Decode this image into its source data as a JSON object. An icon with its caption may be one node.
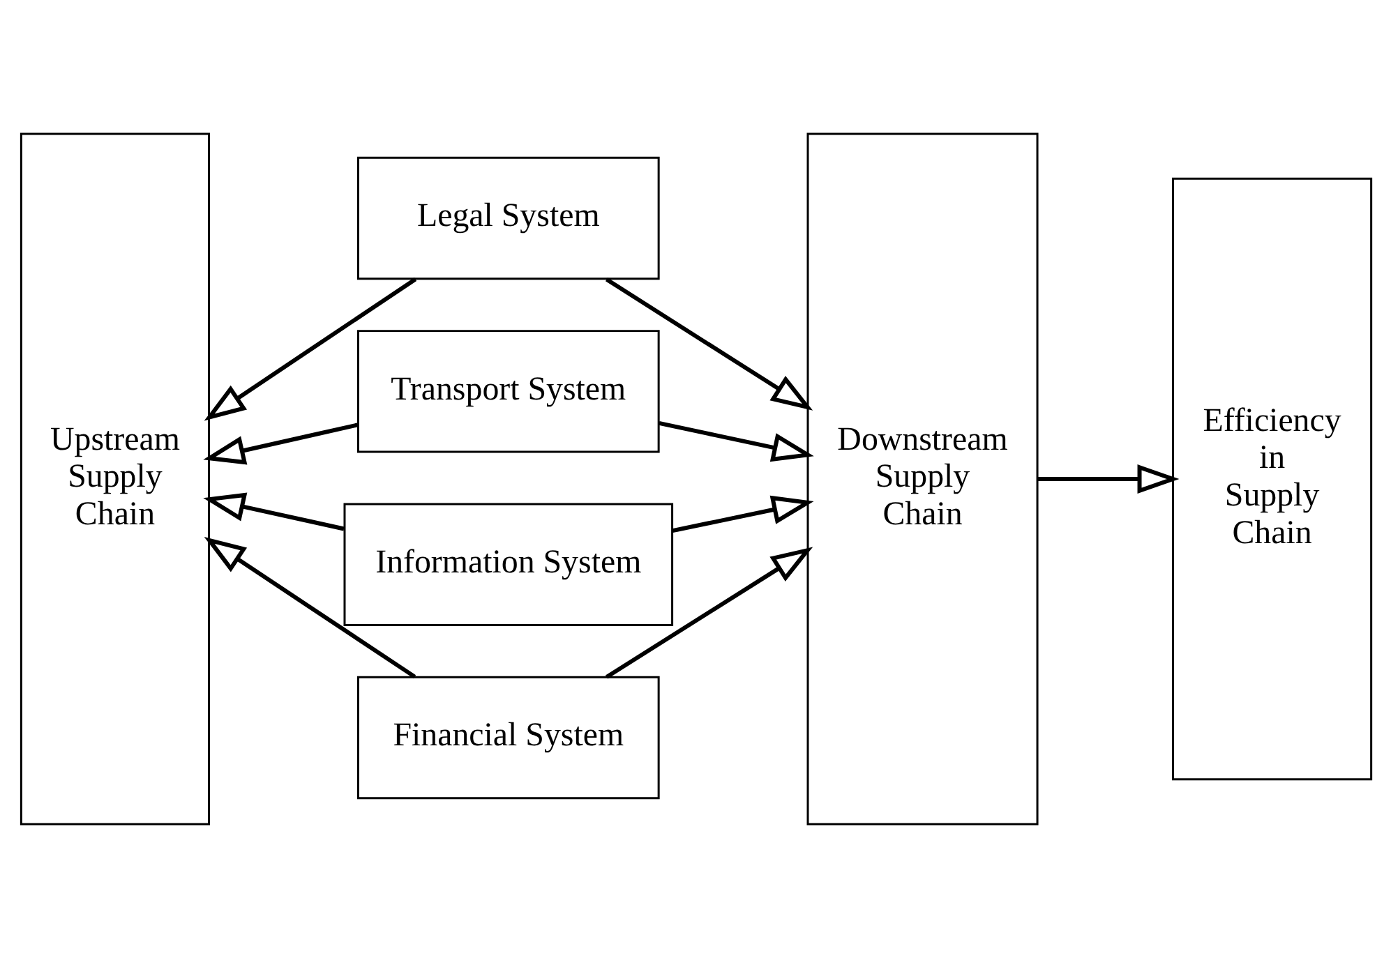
{
  "diagram": {
    "nodes": [
      {
        "text": [
          "Upstream Supply Chain"
        ]
      },
      {
        "text": [
          "Legal System"
        ]
      },
      {
        "text": [
          "Transport System"
        ]
      },
      {
        "text": [
          "Information System"
        ]
      },
      {
        "text": [
          "Financial System"
        ]
      },
      {
        "text": [
          "Downstream Supply Chain"
        ]
      },
      {
        "text": [
          "Efficiency in Supply Chain"
        ]
      }
    ],
    "edges": [
      {
        "from": 1,
        "to": 0,
        "arrow": "to"
      },
      {
        "from": 1,
        "to": 5,
        "arrow": "to"
      },
      {
        "from": 2,
        "to": 0,
        "arrow": "to"
      },
      {
        "from": 2,
        "to": 5,
        "arrow": "to"
      },
      {
        "from": 3,
        "to": 0,
        "arrow": "to"
      },
      {
        "from": 3,
        "to": 5,
        "arrow": "to"
      },
      {
        "from": 4,
        "to": 0,
        "arrow": "to"
      },
      {
        "from": 4,
        "to": 5,
        "arrow": "to"
      },
      {
        "from": 5,
        "to": 6,
        "arrow": "to"
      }
    ]
  }
}
